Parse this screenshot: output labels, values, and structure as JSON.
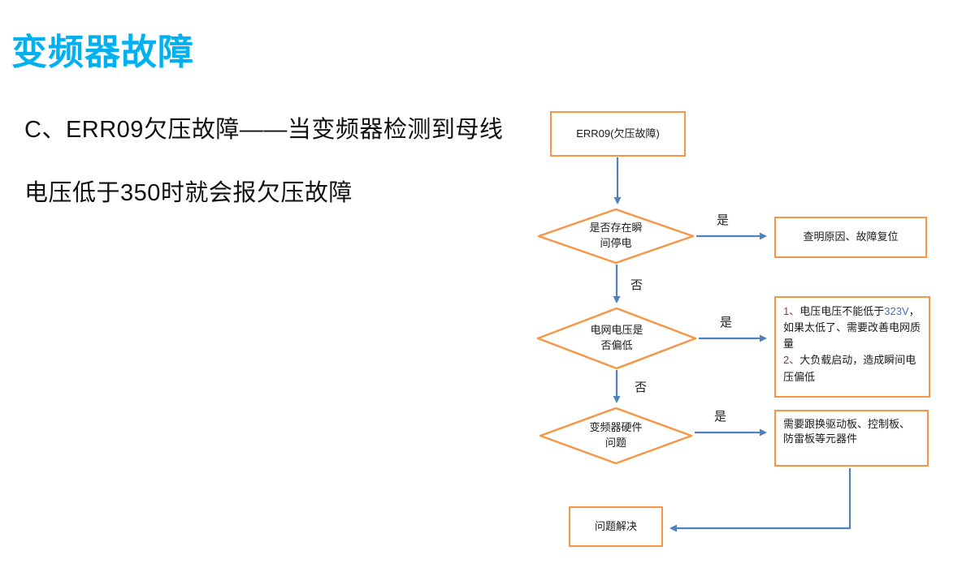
{
  "title": "变频器故障",
  "intro": {
    "line1": "C、ERR09欠压故障——当变频器检测到母线",
    "line2": "电压低于350时就会报欠压故障"
  },
  "colors": {
    "title_cyan": "#00B0F0",
    "shape_border_orange": "#F79646",
    "connector_blue": "#4F81BD",
    "list_number_red": "#953735",
    "highlight_blue": "#4472C4"
  },
  "flowchart": {
    "start_box": "ERR09(欠压故障)",
    "decision1": "是否存在瞬\n间停电",
    "decision2": "电网电压是\n否偏低",
    "decision3": "变频器硬件\n问题",
    "result1": "查明原因、故障复位",
    "result2": {
      "seg1": "1、",
      "seg2": "电压电压不能低于",
      "seg3": "323V",
      "seg4": "，如果太低了、需要改善电网质量\n",
      "seg5": "2、",
      "seg6": "大负载启动，造成瞬间电压偏低"
    },
    "result3": "需要跟换驱动板、控制板、\n防雷板等元器件",
    "end_box": "问题解决",
    "labels": {
      "yes1": "是",
      "yes2": "是",
      "yes3": "是",
      "no1": "否",
      "no2": "否"
    }
  }
}
